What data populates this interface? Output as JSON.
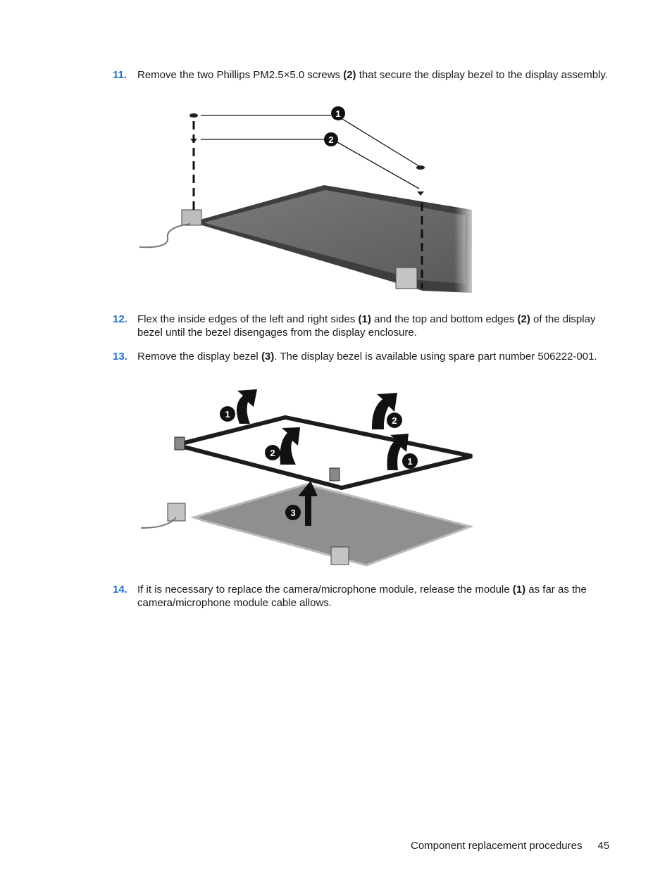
{
  "steps": [
    {
      "num": "11.",
      "t1": "Remove the two Phillips PM2.5×5.0 screws ",
      "b1": "(2)",
      "t2": " that secure the display bezel to the display assembly.",
      "b2": "",
      "t3": ""
    },
    {
      "num": "12.",
      "t1": "Flex the inside edges of the left and right sides ",
      "b1": "(1)",
      "t2": " and the top and bottom edges ",
      "b2": "(2)",
      "t3": " of the display bezel until the bezel disengages from the display enclosure."
    },
    {
      "num": "13.",
      "t1": "Remove the display bezel ",
      "b1": "(3)",
      "t2": ". The display bezel is available using spare part number 506222-001.",
      "b2": "",
      "t3": ""
    },
    {
      "num": "14.",
      "t1": "If it is necessary to replace the camera/microphone module, release the module ",
      "b1": "(1)",
      "t2": " as far as the camera/microphone module cable allows.",
      "b2": "",
      "t3": ""
    }
  ],
  "figure1": {
    "callouts": [
      "1",
      "2"
    ]
  },
  "figure2": {
    "callouts": [
      "1",
      "2",
      "2",
      "1",
      "3"
    ]
  },
  "footer": {
    "section": "Component replacement procedures",
    "page": "45"
  },
  "colors": {
    "step_number": "#1e6fd9",
    "text": "#1a1a1a"
  }
}
